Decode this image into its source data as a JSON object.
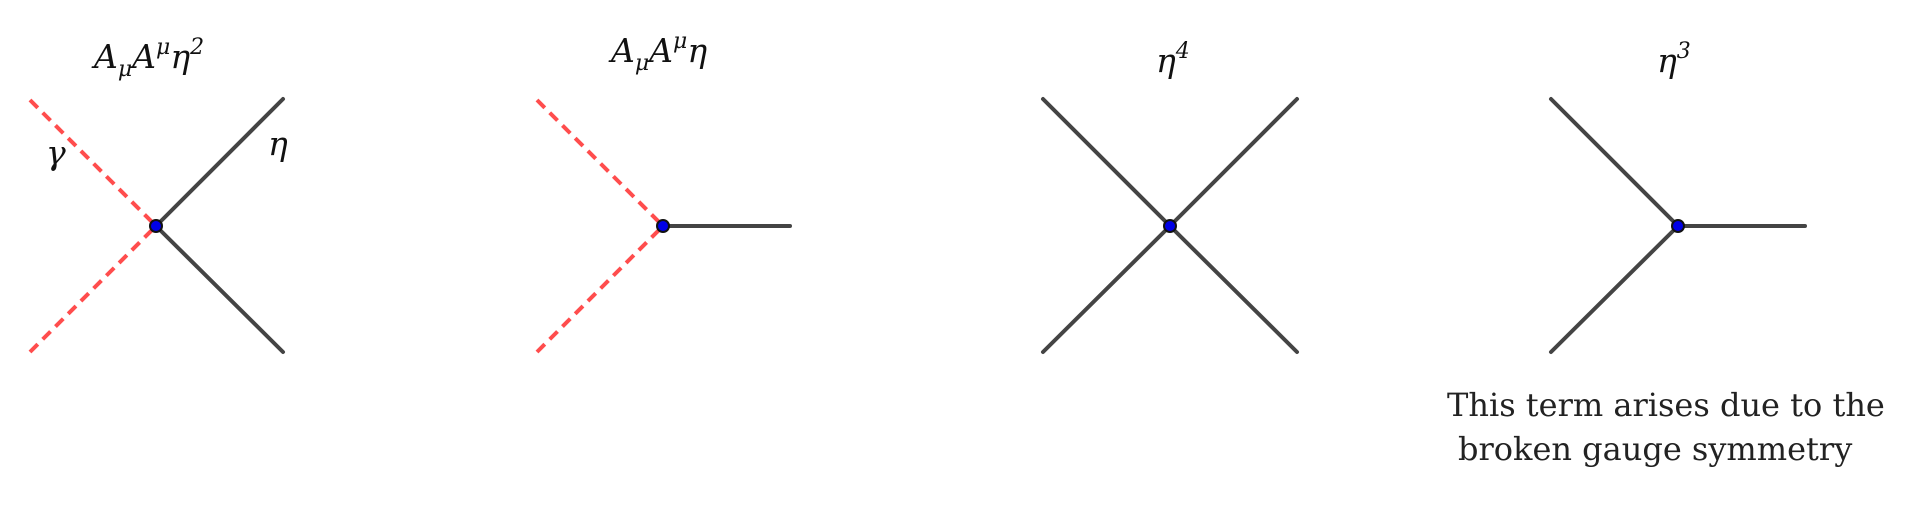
{
  "diagrams": [
    {
      "term": {
        "base1": "A",
        "sub1": "μ",
        "base2": "A",
        "sup2": "μ",
        "base3": "η",
        "sup3": "2"
      },
      "photon_label": "γ",
      "eta_label": "η"
    },
    {
      "term": {
        "base1": "A",
        "sub1": "μ",
        "base2": "A",
        "sup2": "μ",
        "base3": "η"
      }
    },
    {
      "term": {
        "base": "η",
        "sup": "4"
      }
    },
    {
      "term": {
        "base": "η",
        "sup": "3"
      },
      "note": [
        "This term arises due to the",
        "broken gauge symmetry"
      ]
    }
  ],
  "colors": {
    "scalar_line": "#444444",
    "gauge_line": "#ff4d4d",
    "vertex": "#0000e6"
  }
}
